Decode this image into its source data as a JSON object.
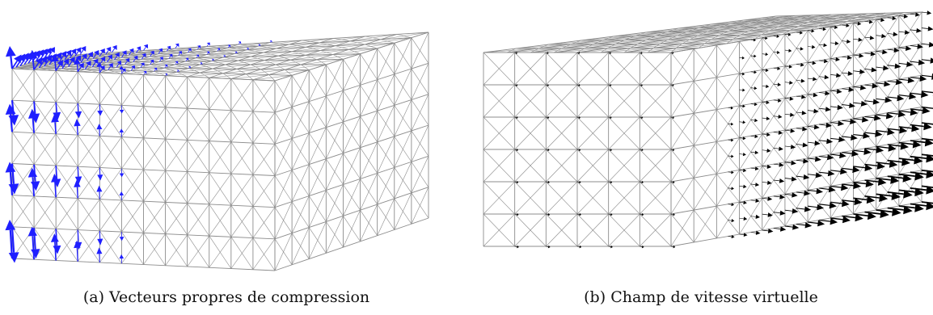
{
  "figure": {
    "panels": [
      {
        "label": "(a)",
        "caption": "Vecteurs propres de compression",
        "mesh_color": "#8c8c8c",
        "vector_color": "#1f1fff",
        "vector_kind": "compression-eigenvectors"
      },
      {
        "label": "(b)",
        "caption": "Champ de vitesse virtuelle",
        "mesh_color": "#8c8c8c",
        "vector_color": "#000000",
        "vector_kind": "virtual-velocity-field"
      }
    ]
  }
}
